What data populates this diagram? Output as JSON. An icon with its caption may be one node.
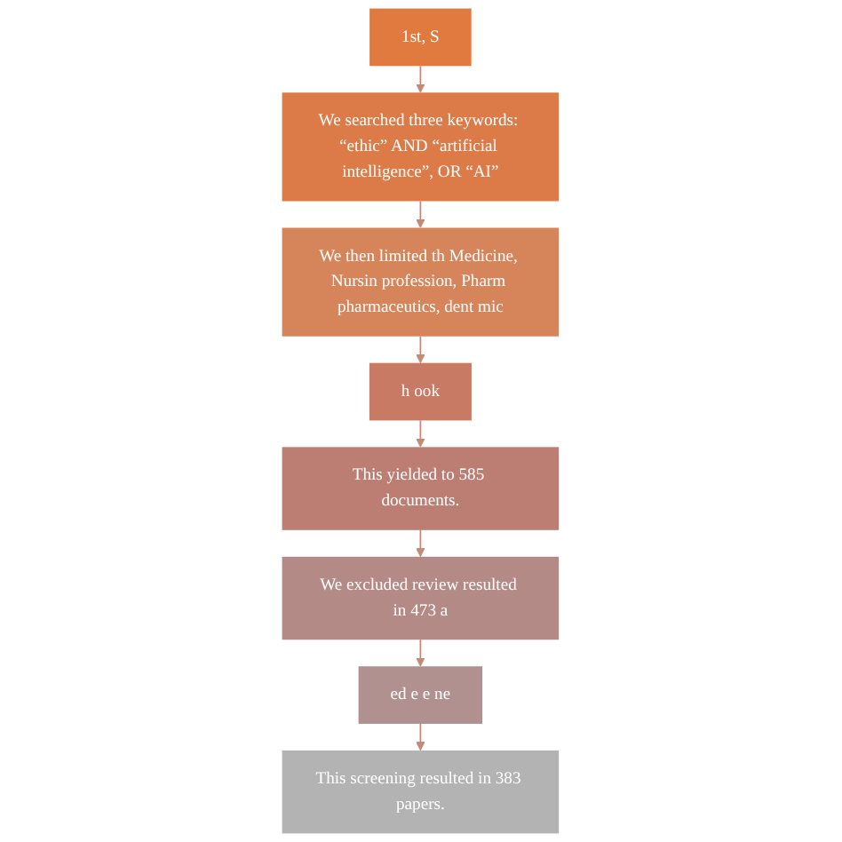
{
  "diagram": {
    "nodes": [
      {
        "text": [
          "1st, S"
        ]
      },
      {
        "text": [
          "We searched three keywords: “ethic” AND “artificial intelligence”, OR “AI”"
        ]
      },
      {
        "text": [
          "We then limited th Medicine, Nursin profession, Pharm pharmaceutics, dent mic"
        ]
      },
      {
        "text": [
          "h ook"
        ]
      },
      {
        "text": [
          "This yielded to 585 documents."
        ]
      },
      {
        "text": [
          "We excluded review resulted in 473 a"
        ]
      },
      {
        "text": [
          "ed e e ne"
        ]
      },
      {
        "text": [
          "This screening resulted in 383 papers."
        ]
      }
    ],
    "edges": [
      {
        "from": 0,
        "to": 1,
        "arrow": "to"
      },
      {
        "from": 1,
        "to": 2,
        "arrow": "to"
      },
      {
        "from": 2,
        "to": 3,
        "arrow": "to"
      },
      {
        "from": 3,
        "to": 4,
        "arrow": "to"
      },
      {
        "from": 4,
        "to": 5,
        "arrow": "to"
      },
      {
        "from": 5,
        "to": 6,
        "arrow": "to"
      },
      {
        "from": 6,
        "to": 7,
        "arrow": "to"
      }
    ]
  }
}
